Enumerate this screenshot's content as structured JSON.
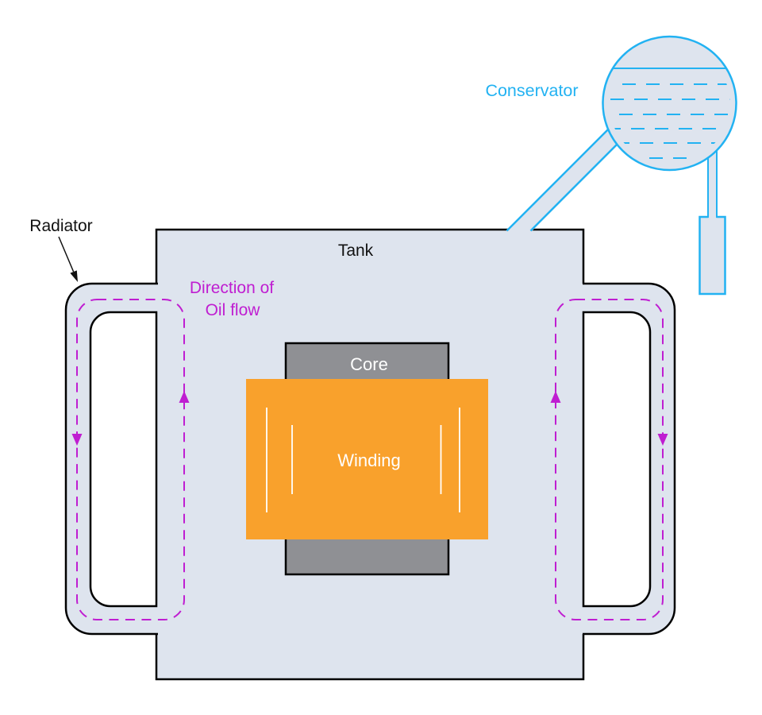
{
  "labels": {
    "conservator": "Conservator",
    "radiator": "Radiator",
    "tank": "Tank",
    "oil_flow_line1": "Direction of",
    "oil_flow_line2": "Oil flow",
    "core": "Core",
    "winding": "Winding"
  },
  "icons": {
    "oil_flow_up_arrow": "▲",
    "oil_flow_down_arrow": "▼",
    "radiator_pointer_arrow": "↘"
  },
  "colors": {
    "background": "#ffffff",
    "tank_fill": "#dee4ee",
    "outline_black": "#000000",
    "conservator_cyan": "#22b2f2",
    "oil_flow_magenta": "#bf1ed1",
    "core_gray": "#8f9094",
    "winding_orange": "#f9a12c",
    "label_black": "#111111",
    "winding_turn_white": "#ffffff"
  }
}
